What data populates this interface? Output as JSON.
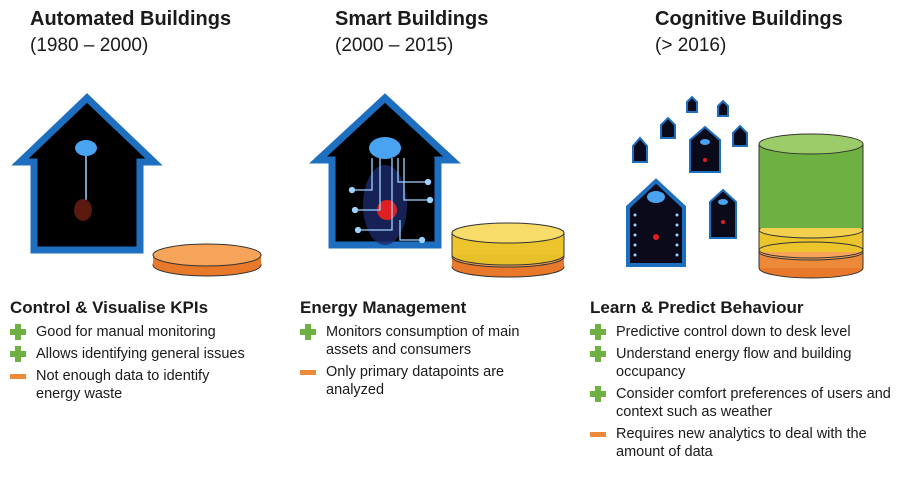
{
  "columns": [
    {
      "title": "Automated Buildings",
      "date": "(1980 – 2000)",
      "heading": "Control & Visualise KPIs",
      "items": [
        {
          "type": "plus",
          "text": "Good for manual monitoring"
        },
        {
          "type": "plus",
          "text": "Allows identifying general issues"
        },
        {
          "type": "minus",
          "text": "Not enough data to identify energy waste"
        }
      ]
    },
    {
      "title": "Smart Buildings",
      "date": "(2000 – 2015)",
      "heading": "Energy Management",
      "items": [
        {
          "type": "plus",
          "text": "Monitors consumption of main assets and consumers"
        },
        {
          "type": "minus",
          "text": "Only primary datapoints are analyzed"
        }
      ]
    },
    {
      "title": "Cognitive Buildings",
      "date": "(> 2016)",
      "heading": "Learn & Predict Behaviour",
      "items": [
        {
          "type": "plus",
          "text": "Predictive control down to desk level"
        },
        {
          "type": "plus",
          "text": "Understand energy flow and building occupancy"
        },
        {
          "type": "plus",
          "text": "Consider comfort preferences of users and context such as weather"
        },
        {
          "type": "minus",
          "text": "Requires new analytics to deal with the amount of data"
        }
      ]
    }
  ],
  "colors": {
    "plus": "#6fb043",
    "minus": "#ec8a3a",
    "house_border": "#1f6fc0",
    "data_orange": "#ec8a3a",
    "data_yellow": "#f0c830",
    "data_green": "#6fb043"
  }
}
